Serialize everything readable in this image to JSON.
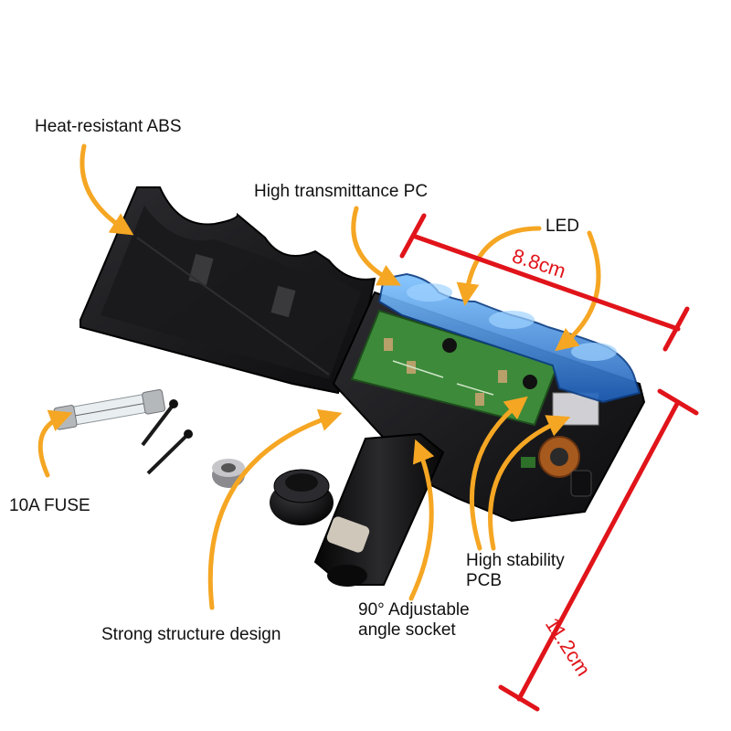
{
  "labels": {
    "heat_resistant_abs": "Heat-resistant ABS",
    "high_transmittance_pc": "High transmittance PC",
    "led": "LED",
    "fuse": "10A FUSE",
    "pcb_line1": "High stability",
    "pcb_line2": "PCB",
    "socket_line1": "90° Adjustable",
    "socket_line2": "angle socket",
    "strong_structure": "Strong structure design"
  },
  "dimensions": {
    "width": "8.8cm",
    "height": "11.2cm"
  },
  "colors": {
    "annotation_arrow": "#f5a623",
    "dimension_line": "#e0141a",
    "housing": "#1b1b1e",
    "lens_blue": "#2f7fd8",
    "pcb_green": "#3d8a3a"
  }
}
